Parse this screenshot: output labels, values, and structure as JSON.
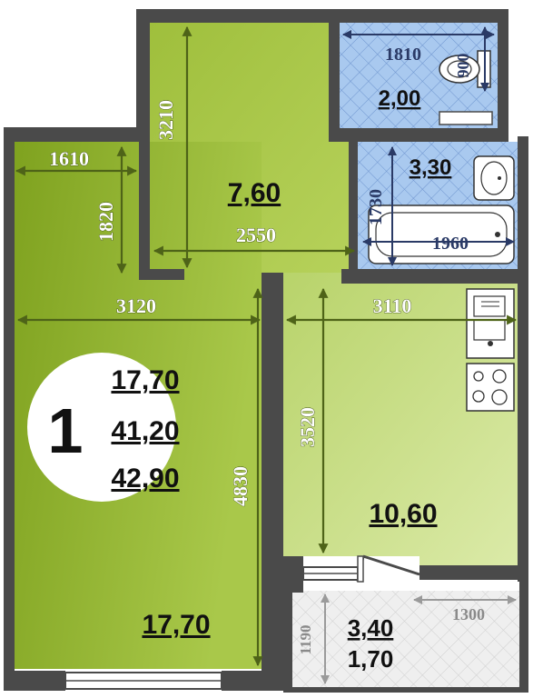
{
  "summary": {
    "rooms": "1",
    "living_area": "17,70",
    "total_area_no_balcony": "41,20",
    "total_area": "42,90"
  },
  "rooms": {
    "hall": "7,60",
    "wc": "2,00",
    "bath": "3,30",
    "kitchen": "10,60",
    "living": "17,70",
    "balcony_full": "3,40",
    "balcony_reduced": "1,70"
  },
  "dimensions": {
    "room_top_width": "1610",
    "room_top_height": "1820",
    "room_width": "3120",
    "room_height": "4830",
    "hall_height": "3210",
    "hall_width": "2550",
    "wc_width": "1810",
    "wc_depth": "900",
    "bath_height": "1730",
    "bath_width": "1960",
    "kitchen_width": "3110",
    "kitchen_height": "3520",
    "balcony_width": "1300",
    "balcony_depth": "1190"
  },
  "colors": {
    "wall": "#4a4a4a",
    "living_fill": "#8fb02e",
    "hall_fill": "#a9c84a",
    "kitchen_fill": "#c5dc84",
    "bath_fill": "#a9c9ef",
    "balcony_fill": "#ececec",
    "dim_line": "#4e6318"
  }
}
